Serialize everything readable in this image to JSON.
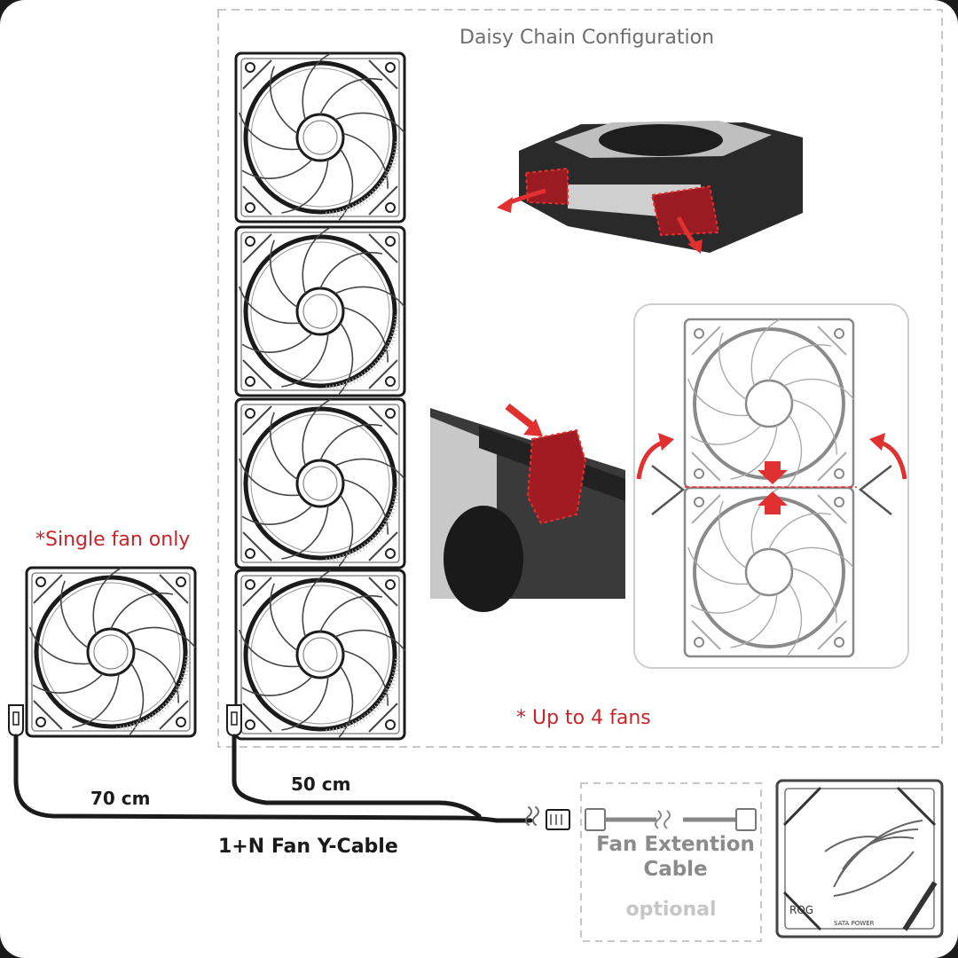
{
  "diagram": {
    "title": "Daisy Chain Configuration",
    "single_fan_note": "*Single fan only",
    "up_to_fans_note": "* Up to 4 fans",
    "cable_length_70": "70 cm",
    "cable_length_50": "50 cm",
    "y_cable_label": "1+N Fan Y-Cable",
    "extension_label": "Fan Extention Cable",
    "optional_label": "optional",
    "controller_logo_text": "ROG",
    "controller_port_text": "SATA POWER"
  },
  "colors": {
    "background": "#ffffff",
    "accent_red": "#c8242a",
    "line": "#1b1b1b",
    "muted_gray": "#8b8b8b"
  }
}
